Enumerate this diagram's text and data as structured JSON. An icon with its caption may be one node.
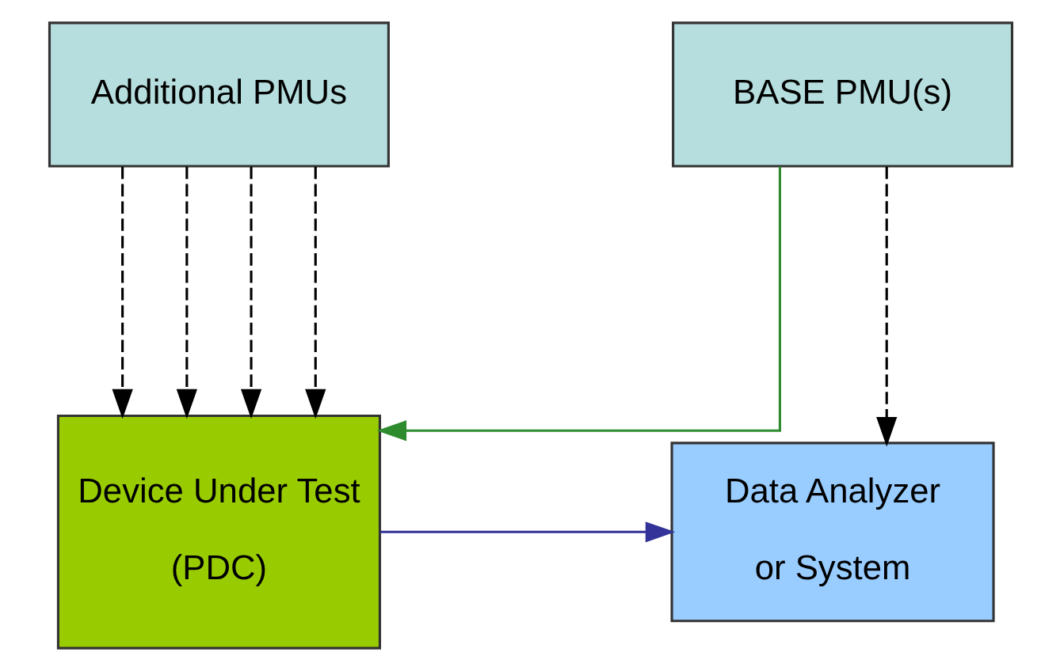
{
  "diagram": {
    "nodes": [
      {
        "text": [
          "BASE PMU(s)"
        ]
      },
      {
        "text": [
          "Additional PMUs"
        ]
      },
      {
        "text": [
          "Data Analyzer",
          "or System"
        ]
      },
      {
        "text": [
          "Device Under Test",
          "(PDC)"
        ]
      }
    ],
    "edges": [
      {
        "from": 0,
        "to": 2,
        "arrow": "to",
        "style": "dashed"
      },
      {
        "from": 0,
        "to": 3,
        "arrow": "to",
        "color": "#2e8b2e"
      },
      {
        "from": 1,
        "to": 3,
        "arrow": "to",
        "style": "dashed"
      },
      {
        "from": 1,
        "to": 3,
        "arrow": "to",
        "style": "dashed"
      },
      {
        "from": 1,
        "to": 3,
        "arrow": "to",
        "style": "dashed"
      },
      {
        "from": 1,
        "to": 3,
        "arrow": "to",
        "style": "dashed"
      },
      {
        "from": 3,
        "to": 2,
        "arrow": "to",
        "color": "#333399"
      }
    ]
  }
}
